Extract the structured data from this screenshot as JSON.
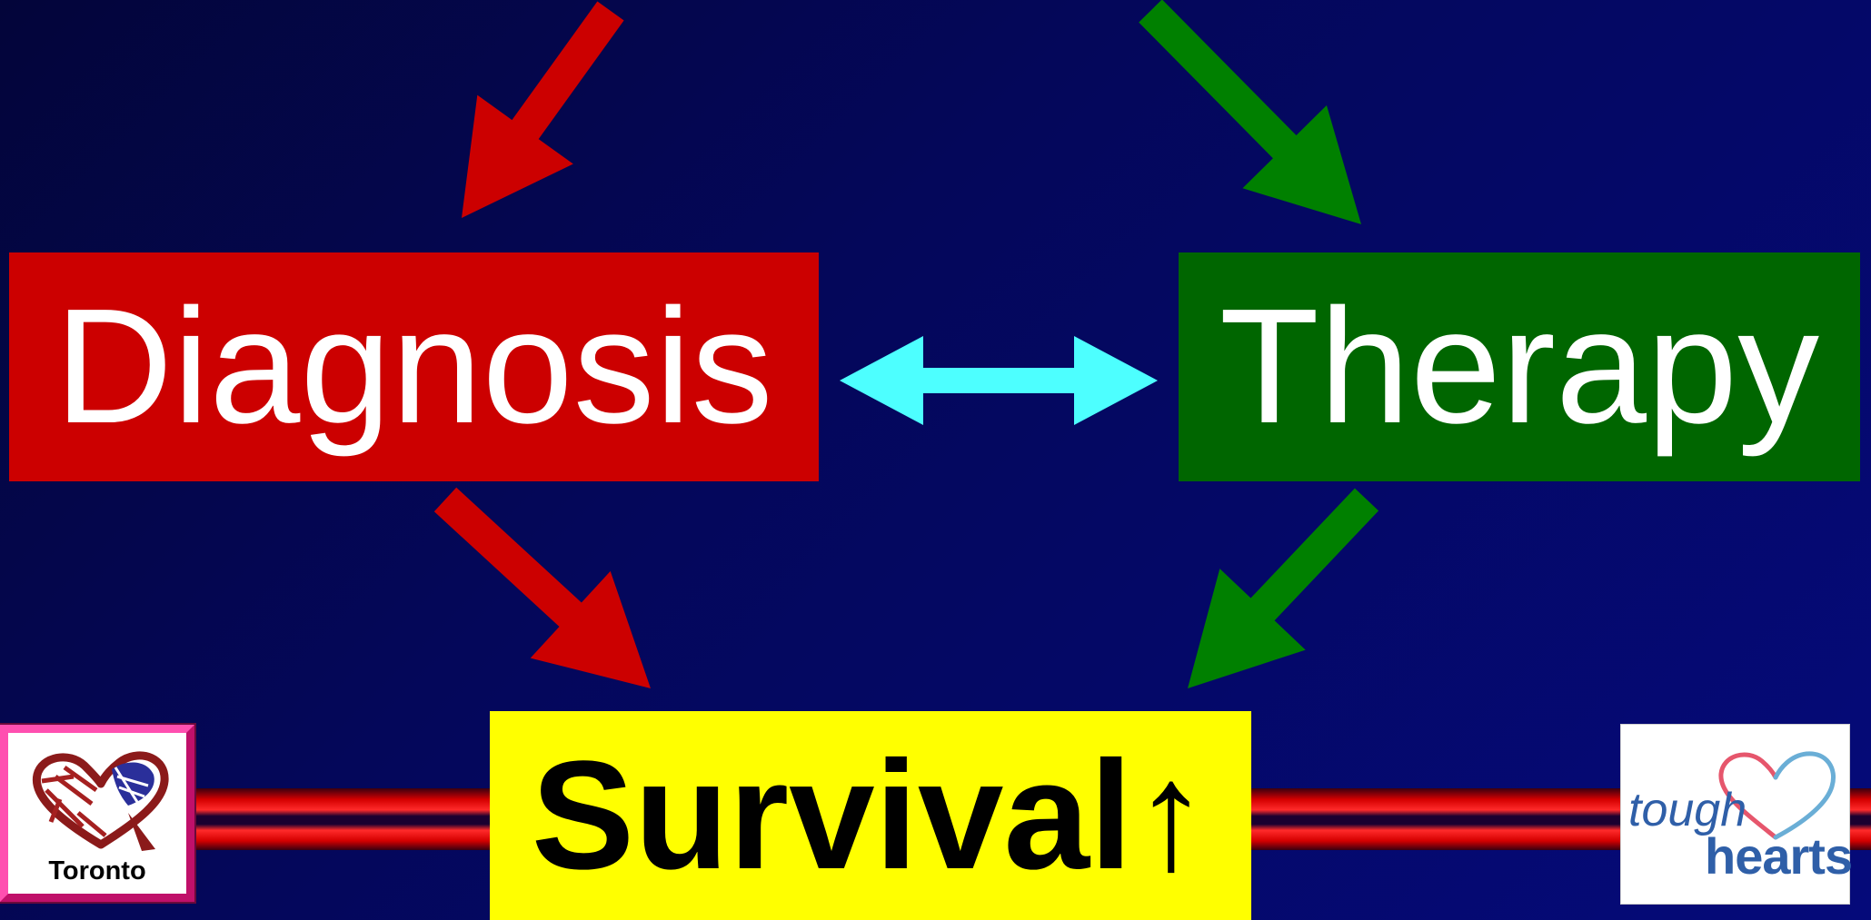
{
  "nodes": {
    "diagnosis": {
      "label": "Diagnosis",
      "fill": "#cc0000",
      "text_color": "#ffffff"
    },
    "therapy": {
      "label": "Therapy",
      "fill": "#006600",
      "text_color": "#ffffff"
    },
    "survival": {
      "label": "Survival↑",
      "fill": "#ffff00",
      "text_color": "#000000"
    }
  },
  "edges": [
    {
      "from": "above",
      "to": "diagnosis",
      "color": "#cc0000"
    },
    {
      "from": "above",
      "to": "therapy",
      "color": "#008000"
    },
    {
      "from": "diagnosis",
      "to": "therapy",
      "color": "#4dffff",
      "bidirectional": true
    },
    {
      "from": "diagnosis",
      "to": "survival",
      "color": "#cc0000"
    },
    {
      "from": "therapy",
      "to": "survival",
      "color": "#008000"
    }
  ],
  "stripes": {
    "colors": [
      "#cc0000",
      "#1a0030",
      "#cc0000"
    ]
  },
  "logos": {
    "left": {
      "text": "Toronto",
      "icon": "scribbled-heart-icon",
      "frame_color": "#ff4fb0"
    },
    "right": {
      "line1": "tough",
      "line2": "hearts",
      "icon": "heart-outline-icon",
      "text_color": "#2f5fa8"
    }
  },
  "colors": {
    "background": "#04075a"
  }
}
